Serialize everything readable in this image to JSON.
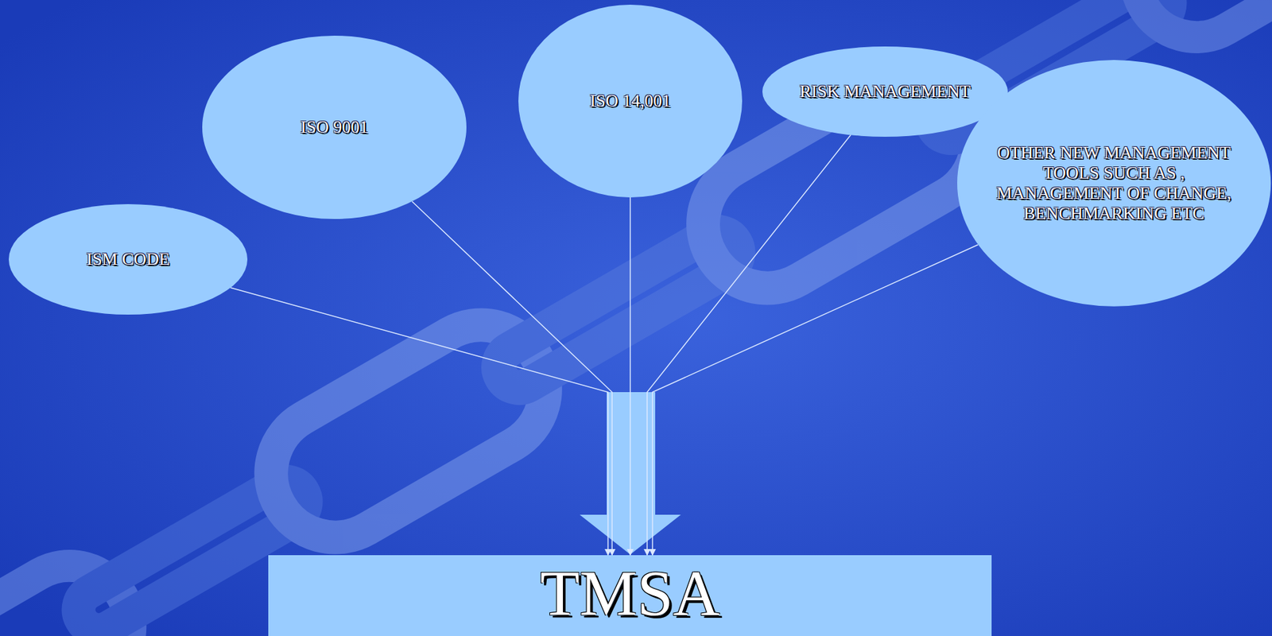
{
  "diagram": {
    "nodes": [
      {
        "text": [
          "ISM CODE"
        ]
      },
      {
        "text": [
          "ISO 9001"
        ]
      },
      {
        "text": [
          "ISO 14,001"
        ]
      },
      {
        "text": [
          "RISK MANAGEMENT"
        ]
      },
      {
        "text": [
          "OTHER NEW MANAGEMENT TOOLS SUCH AS , MANAGEMENT OF CHANGE, BENCHMARKING ETC"
        ]
      },
      {
        "text": [
          "TMSA"
        ]
      }
    ],
    "edges": [
      {
        "from": 0,
        "to": 5,
        "arrow": "to"
      },
      {
        "from": 1,
        "to": 5,
        "arrow": "to"
      },
      {
        "from": 2,
        "to": 5,
        "arrow": "to"
      },
      {
        "from": 3,
        "to": 5,
        "arrow": "to"
      },
      {
        "from": 4,
        "to": 5,
        "arrow": "to"
      }
    ]
  }
}
